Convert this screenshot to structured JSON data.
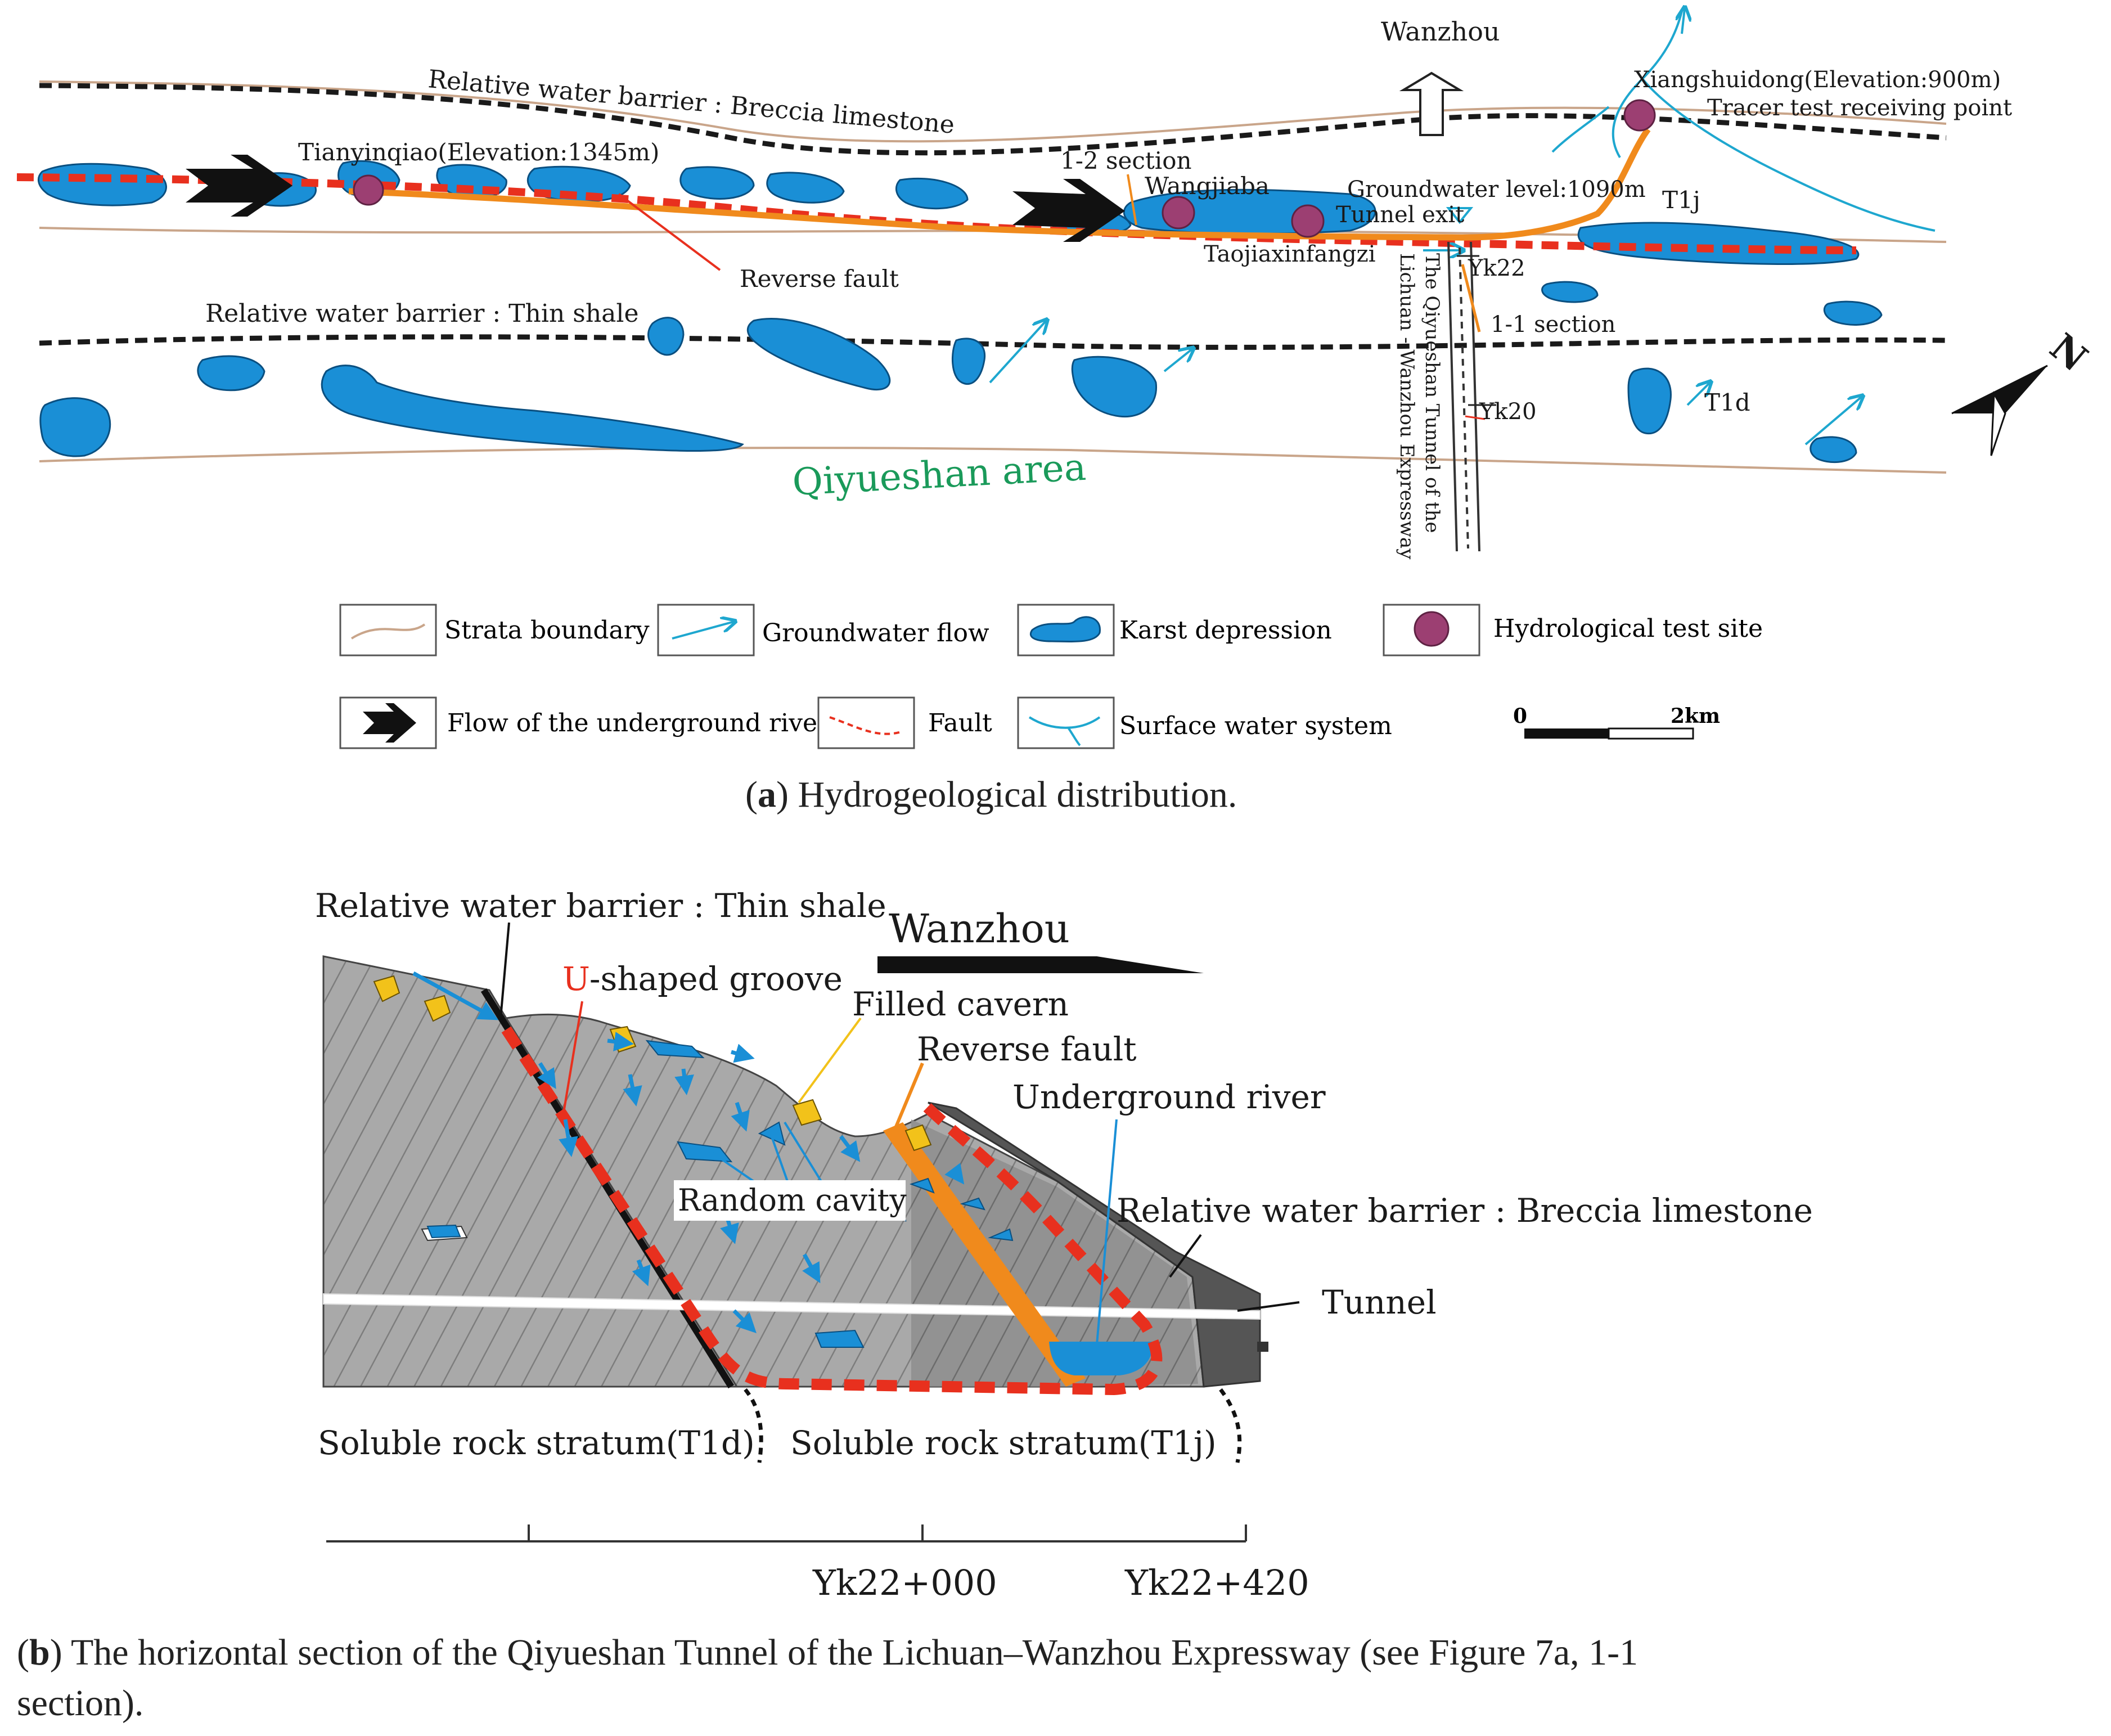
{
  "panel_a": {
    "labels": {
      "wanzhou": "Wanzhou",
      "barrier_top": "Relative water barrier : Breccia limestone",
      "barrier_bottom": "Relative water barrier : Thin shale",
      "tianyinqiao": "Tianyinqiao(Elevation:1345m)",
      "xiangshuidong": "Xiangshuidong(Elevation:900m)",
      "tracer": "Tracer test receiving point",
      "section_12": "1-2 section",
      "wangjiaba": "Wangjiaba",
      "groundwater_level": "Groundwater level:1090m",
      "tunnel_exit": "Tunnel exit",
      "taojiaxinfangzi": "Taojiaxinfangzi",
      "t1j": "T1j",
      "t1d": "T1d",
      "reverse_fault": "Reverse fault",
      "yk22": "Yk22",
      "yk20": "Yk20",
      "section_11": "1-1 section",
      "tunnel_name_1": "The Qiyueshan Tunnel of the",
      "tunnel_name_2": "Lichuan - Wanzhou Expressway",
      "area": "Qiyueshan area",
      "north": "N"
    },
    "legend": [
      {
        "id": "strata",
        "label": "Strata boundary"
      },
      {
        "id": "gwflow",
        "label": "Groundwater flow"
      },
      {
        "id": "karst",
        "label": "Karst depression"
      },
      {
        "id": "testsite",
        "label": "Hydrological test site"
      },
      {
        "id": "river",
        "label": "Flow of the underground river"
      },
      {
        "id": "fault",
        "label": "Fault"
      },
      {
        "id": "surface",
        "label": "Surface water system"
      }
    ],
    "scale": {
      "start": "0",
      "end": "2km"
    },
    "caption_letter": "a",
    "caption_text": ") Hydrogeological distribution."
  },
  "panel_b": {
    "labels": {
      "thin_shale": "Relative water barrier : Thin shale",
      "wanzhou": "Wanzhou",
      "u_prefix": "U",
      "u_rest": "-shaped groove",
      "filled_cavern": "Filled cavern",
      "reverse_fault": "Reverse fault",
      "underground_river": "Underground river",
      "random_cavity": "Random cavity",
      "breccia": "Relative water barrier : Breccia limestone",
      "tunnel": "Tunnel",
      "t1d": "Soluble rock stratum(T1d)",
      "t1j": "Soluble rock stratum(T1j)",
      "chainage_1": "Yk22+000",
      "chainage_2": "Yk22+420"
    },
    "caption_letter": "b",
    "caption_line1": ") The horizontal section of the Qiyueshan Tunnel of the Lichuan–Wanzhou Expressway (see Figure 7a, 1-1",
    "caption_line2": "section)."
  },
  "colors": {
    "water": "#1a8fd6",
    "fault_red": "#e8301e",
    "orange": "#f08a1c",
    "test_site": "#9c3f72",
    "cyan_flow": "#1ea7cf",
    "rock_light": "#a8a8a8",
    "rock_dark": "#555555",
    "cavern_yellow": "#f2c21a",
    "area_green": "#1a9a5a"
  }
}
